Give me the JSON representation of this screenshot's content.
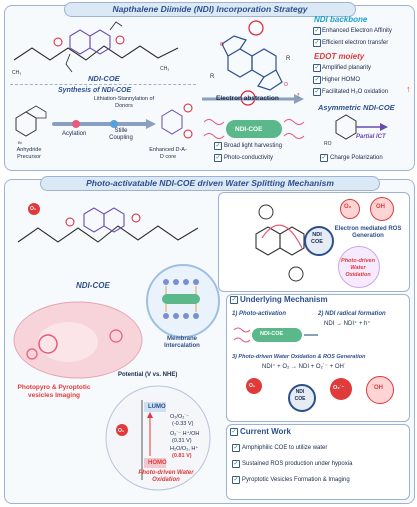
{
  "top": {
    "banner": "Napthalene Diimide (NDI) Incorporation Strategy",
    "ndi_coe": "NDI-COE",
    "synthesis_title": "Synthesis of NDI-COE",
    "route_step": "Lithiation-Stannylation of Donors",
    "acylation": "Acylation",
    "stille": "Stille Coupling",
    "precursor": "Anhydride Precursor",
    "enhanced": "Enhanced D-A-D core",
    "backbone_title": "NDI backbone",
    "backbone_items": [
      "Enhanced Electron Affinity",
      "Efficient electron transfer"
    ],
    "edot_title": "EDOT moiety",
    "edot_items": [
      "Amplified planarity",
      "Higher HOMO",
      "Facilitated H₂O oxidation"
    ],
    "electron_abstraction": "Electron abstraction",
    "asym_title": "Asymmetric NDI-COE",
    "partial_ict": "Partial ICT",
    "charge_pol": "Charge Polarization",
    "chip": "NDI-COE",
    "props": [
      "Broad light harvesting",
      "Photo-conductivity"
    ]
  },
  "bottom": {
    "banner": "Photo-activatable NDI-COE driven Water Splitting Mechanism",
    "ndi_coe": "NDI-COE",
    "ros_text": "Electron mediated ROS Generation",
    "water_ox": "Photo-driven Water Oxidation",
    "ndi_coe_bubble": "NDI COE",
    "membrane": "Membrane Intercalation",
    "vesicles": "Photopyro & Pyroptotic vesicles Imaging",
    "potential_label": "Potential (V vs. NHE)",
    "lumo": "LUMO",
    "homo": "HOMO",
    "potentials": [
      "O₂/O₂˙⁻",
      "(-0.33 V)",
      "O₂˙⁻ H⁺/OH",
      "(0.31 V)",
      "H₂O/O₂, H⁺",
      "(0.81 V)"
    ],
    "photo_water": "Photo-driven Water Oxidation",
    "mech_title": "Underlying Mechanism",
    "step1": "1) Photo-activation",
    "step2": "2) NDI radical formation",
    "step2_eq": "NDI → NDI⁺ + h⁺",
    "step3": "3) Photo-driven Water Oxidation & ROS Generation",
    "step3_eq": "NDI⁺ + O₂ → NDI + O₂˙⁻ + OH˙",
    "chip": "NDI-COE",
    "bubble": "NDI COE",
    "current_title": "Current Work",
    "current_items": [
      "Amphiphilic COE to utilize water",
      "Sustained ROS production under hypoxia",
      "Pyroptotic Vesicles Formation & Imaging"
    ],
    "o2": "O₂",
    "o2r": "O₂˙⁻",
    "oh": "˙OH",
    "o2_left": "O₂"
  },
  "colors": {
    "primary": "#2d4f8c",
    "accent": "#e03a3a",
    "green": "#3a9a5a",
    "cyan": "#1aa3c9",
    "purple": "#7a4bb0"
  },
  "icons": [
    "check-icon",
    "molecule-structure",
    "membrane-icon",
    "energy-diagram",
    "vesicle-cell"
  ]
}
